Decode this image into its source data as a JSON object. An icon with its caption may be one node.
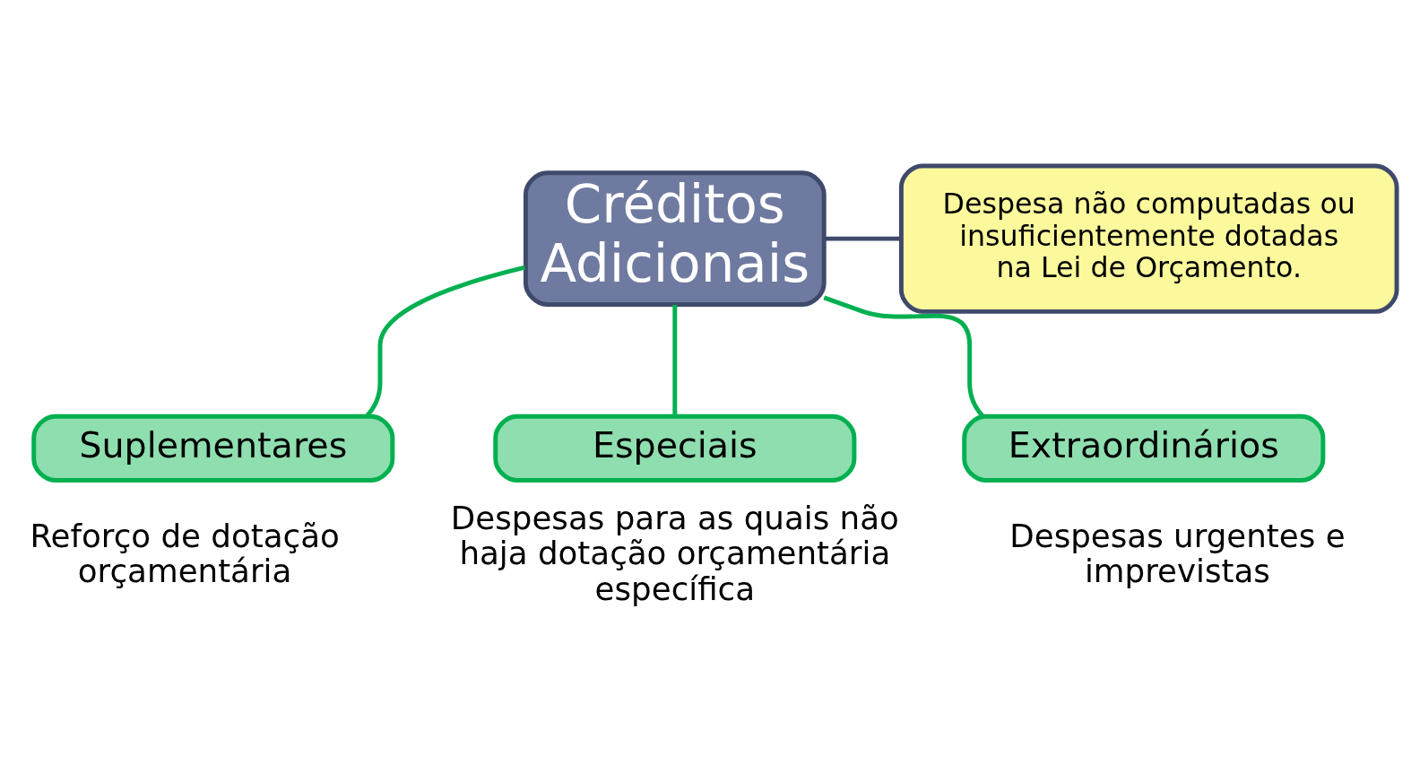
{
  "diagram": {
    "nodes": [
      {
        "text": [
          "Créditos Adicionais"
        ]
      },
      {
        "text": [
          "Despesa não computadas ou insuficientemente dotadas na Lei de Orçamento."
        ]
      },
      {
        "text": [
          "Suplementares"
        ],
        "beside": [
          "Reforço de dotação orçamentária"
        ]
      },
      {
        "text": [
          "Especiais"
        ],
        "beside": [
          "Despesas para as quais não haja dotação orçamentária específica"
        ]
      },
      {
        "text": [
          "Extraordinários"
        ],
        "beside": [
          "Despesas urgentes e imprevistas"
        ]
      }
    ],
    "edges": [
      {
        "from": 1,
        "to": 0,
        "arrow": "none",
        "color": "#3f4a6b"
      },
      {
        "from": 0,
        "to": 2,
        "arrow": "none"
      },
      {
        "from": 0,
        "to": 3,
        "arrow": "none"
      },
      {
        "from": 0,
        "to": 4,
        "arrow": "none"
      }
    ]
  }
}
